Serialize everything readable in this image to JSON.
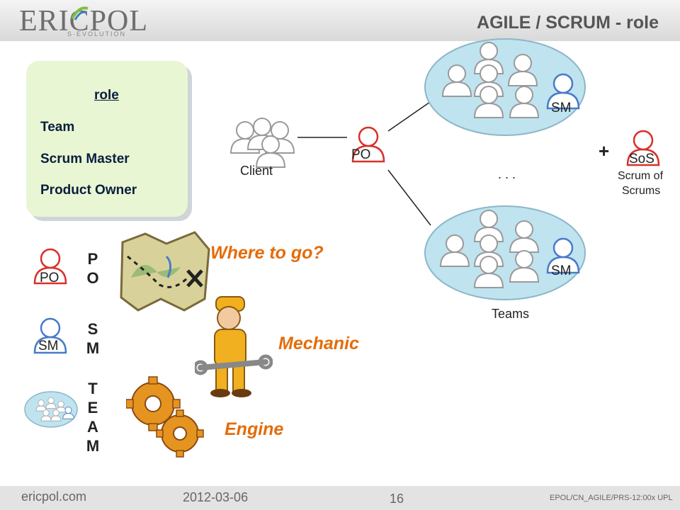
{
  "header": {
    "logo_text": "ERICPOL",
    "logo_sub": "S·EVOLUTION",
    "title": "AGILE / SCRUM - role"
  },
  "role_box": {
    "heading": "role",
    "items": [
      "Team",
      "Scrum Master",
      "Product Owner"
    ]
  },
  "diagram": {
    "client_label": "Client",
    "po_label": "PO",
    "sm_label": "SM",
    "ellipsis": ". . .",
    "plus": "+",
    "sos_label": "SoS",
    "sos_caption_1": "Scrum of",
    "sos_caption_2": "Scrums",
    "teams_label": "Teams"
  },
  "roles_left": {
    "po_icon": "PO",
    "po_letters": [
      "P",
      "O"
    ],
    "sm_icon": "SM",
    "sm_letters": [
      "S",
      "M"
    ],
    "team_letters": [
      "T",
      "E",
      "A",
      "M"
    ]
  },
  "metaphors": {
    "where": "Where to go?",
    "mechanic": "Mechanic",
    "engine": "Engine"
  },
  "footer": {
    "site": "ericpol.com",
    "date": "2012-03-06",
    "page": "16",
    "code": "EPOL/CN_AGILE/PRS-12:00x UPL"
  },
  "colors": {
    "orange": "#e46c0a",
    "red_person": "#d9302a",
    "blue_person": "#4a7bc8",
    "ellipse": "#bfe3ef",
    "role_box": "#e8f6d4"
  }
}
